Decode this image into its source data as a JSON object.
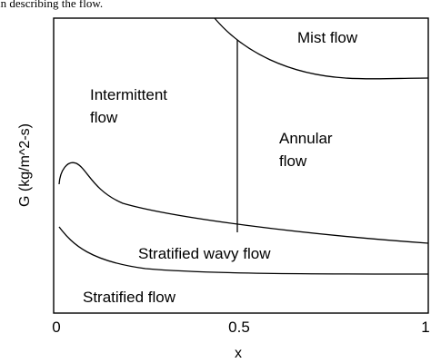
{
  "caption_fragment": "in describing the flow.",
  "axes": {
    "xlabel": "x",
    "ylabel": "G (kg/m^2-s)",
    "xticks": [
      "0",
      "0.5",
      "1"
    ]
  },
  "regions": {
    "mist": "Mist flow",
    "intermittent_line1": "Intermittent",
    "intermittent_line2": "flow",
    "annular_line1": "Annular",
    "annular_line2": "flow",
    "stratified_wavy": "Stratified wavy flow",
    "stratified": "Stratified flow"
  },
  "colors": {
    "line": "#000000",
    "background": "#ffffff"
  }
}
